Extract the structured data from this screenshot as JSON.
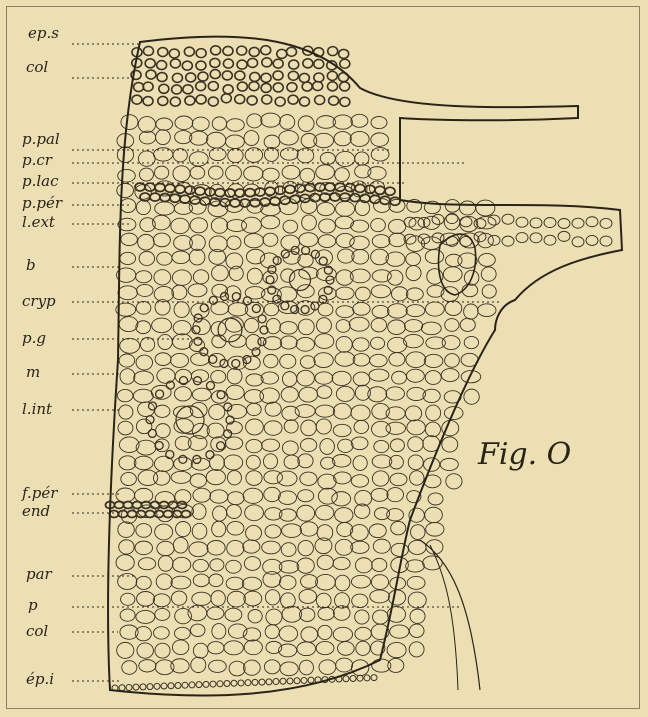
{
  "figure": {
    "label": "Fig. O"
  },
  "labels": [
    {
      "id": "ep-s",
      "text": "ep.s"
    },
    {
      "id": "col-top",
      "text": "col"
    },
    {
      "id": "p-pal",
      "text": "p.pal"
    },
    {
      "id": "p-cr",
      "text": "p.cr"
    },
    {
      "id": "p-lac",
      "text": "p.lac"
    },
    {
      "id": "p-per",
      "text": "p.pér"
    },
    {
      "id": "l-ext",
      "text": "l.ext"
    },
    {
      "id": "b",
      "text": "b"
    },
    {
      "id": "cryp",
      "text": "cryp"
    },
    {
      "id": "p-g",
      "text": "p.g"
    },
    {
      "id": "m",
      "text": "m"
    },
    {
      "id": "l-int",
      "text": "l.int"
    },
    {
      "id": "f-per",
      "text": "f.pér"
    },
    {
      "id": "end",
      "text": "end"
    },
    {
      "id": "par",
      "text": "par"
    },
    {
      "id": "p",
      "text": "p"
    },
    {
      "id": "col-bottom",
      "text": "col"
    },
    {
      "id": "ep-i",
      "text": "ép.i"
    }
  ],
  "colors": {
    "paper": "#ecdfb4",
    "ink": "#2a2418",
    "cell_wall": "#3a3222"
  }
}
